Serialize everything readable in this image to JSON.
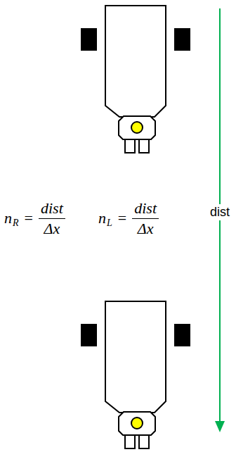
{
  "diagram": {
    "labels": [
      "dist",
      "n",
      "R",
      "=",
      "dist",
      "Δx",
      "n",
      "L",
      "=",
      "dist",
      "Δx"
    ]
  }
}
